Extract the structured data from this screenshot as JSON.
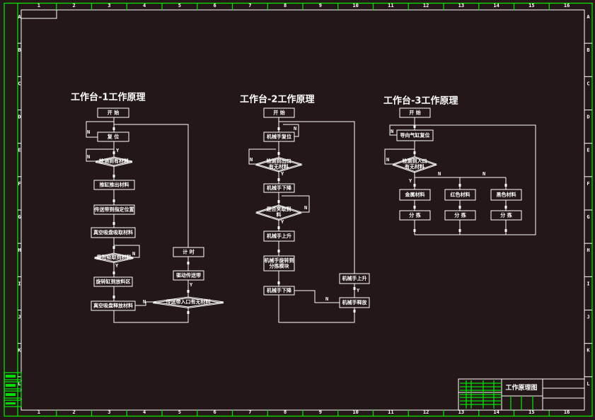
{
  "frame": {
    "columns": [
      "1",
      "2",
      "3",
      "4",
      "5",
      "6",
      "7",
      "8",
      "9",
      "10",
      "11",
      "12",
      "13",
      "14",
      "15",
      "16"
    ],
    "rows": [
      "A",
      "B",
      "C",
      "D",
      "E",
      "F",
      "G",
      "H",
      "I",
      "J",
      "K",
      "L"
    ],
    "border_color": "#ffffff",
    "outer_color": "#00e000",
    "background": "#231717"
  },
  "charts": [
    {
      "title": "工作台-1工作原理",
      "nodes": [
        "开 始",
        "复 位",
        "检测到有材料",
        "推缸推出材料",
        "传送带到指定位置",
        "真空吸盘吸取材料",
        "是否吸取到材料",
        "旋转缸到放料区",
        "真空吸盘释放材料",
        "计 时",
        "驱动传送带",
        "传送带入口有无材料"
      ],
      "labels": [
        "N",
        "N",
        "Y",
        "N",
        "Y",
        "Y",
        "N"
      ]
    },
    {
      "title": "工作台-2工作原理",
      "nodes": [
        "开 始",
        "机械手复位",
        "检测到出口|有无材料",
        "机械手下降",
        "是否夹取到|料",
        "机械手上升",
        "机械手旋转到|分拣模块",
        "机械手下降",
        "机械手上升",
        "机械手释放"
      ],
      "labels": [
        "N",
        "N",
        "Y",
        "N",
        "Y",
        "Y",
        "N"
      ]
    },
    {
      "title": "工作台-3工作原理",
      "nodes": [
        "开 始",
        "导向气缸复位",
        "检测到入口|有无材料",
        "金属材料",
        "红色材料",
        "黑色材料",
        "分 拣",
        "分 拣",
        "分 拣"
      ],
      "labels": [
        "N",
        "N",
        "Y",
        "N",
        "N"
      ]
    }
  ],
  "title_block": {
    "drawing_name": "工作原理图"
  }
}
